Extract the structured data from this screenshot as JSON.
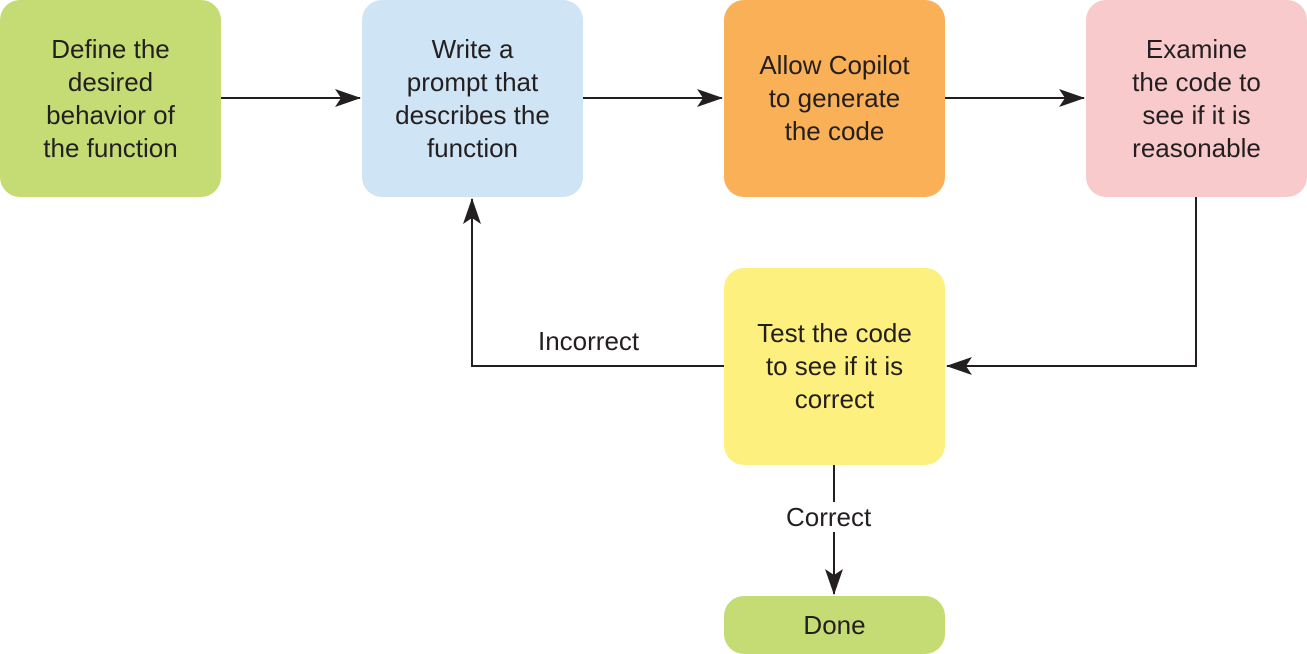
{
  "nodes": {
    "define": {
      "label": "Define the\ndesired\nbehavior of\nthe function",
      "color": "#c5dc75"
    },
    "prompt": {
      "label": "Write a\nprompt that\ndescribes the\nfunction",
      "color": "#cfe4f4"
    },
    "allow": {
      "label": "Allow Copilot\nto generate\nthe code",
      "color": "#f9b057"
    },
    "examine": {
      "label": "Examine\nthe code to\nsee if it is\nreasonable",
      "color": "#f8cacc"
    },
    "test": {
      "label": "Test the code\nto see if it is\ncorrect",
      "color": "#fdf07f"
    },
    "done": {
      "label": "Done",
      "color": "#c5dc75"
    }
  },
  "edges": {
    "incorrect": "Incorrect",
    "correct": "Correct"
  },
  "line_color": "#231f20"
}
